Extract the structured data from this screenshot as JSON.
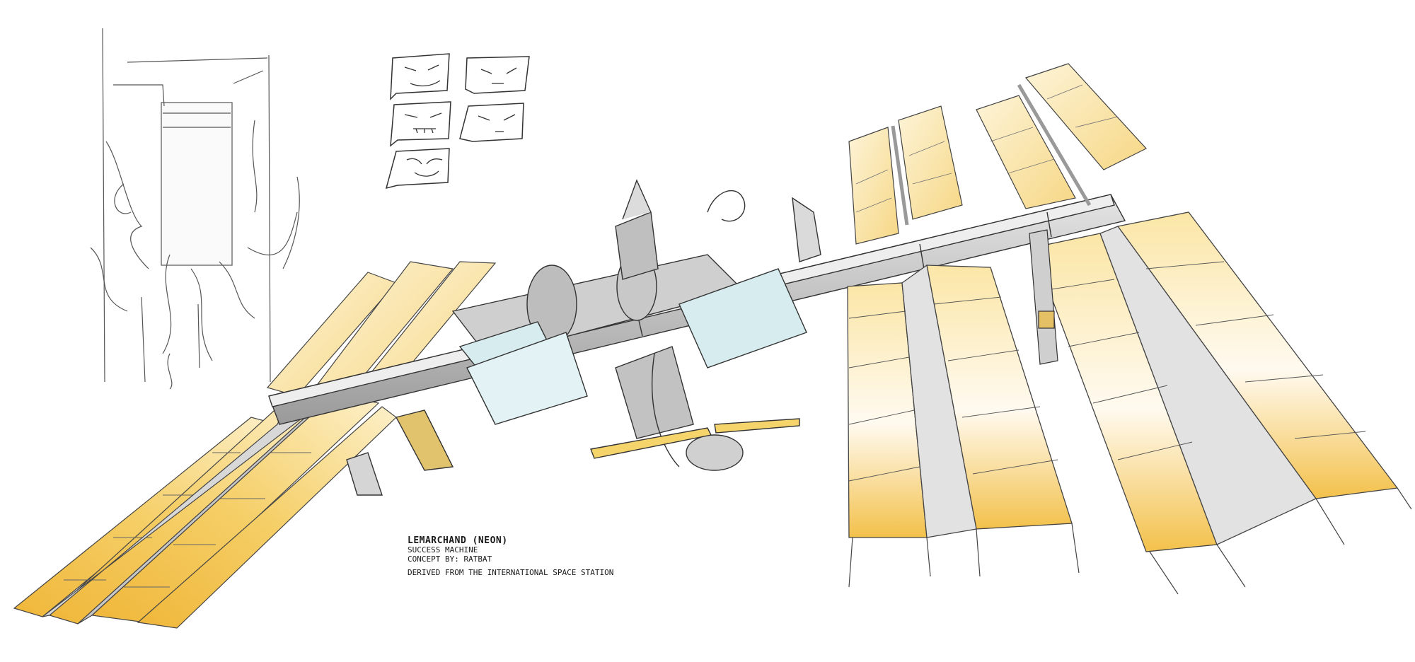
{
  "caption": {
    "title": "LEMARCHAND (NEON)",
    "subtitle": "SUCCESS MACHINE",
    "credit": "CONCEPT BY: RATBAT",
    "note": "DERIVED FROM THE INTERNATIONAL SPACE STATION"
  },
  "colors": {
    "panel_light": "#fdf1c8",
    "panel_mid": "#f7d77a",
    "panel_deep": "#f0b93a",
    "structure": "#c9c9c9",
    "structure_dark": "#8d8d8d",
    "glass": "#d7ecef",
    "ink": "#3a3a3a"
  },
  "icons": [
    "expression-sheet",
    "doorway-sketch",
    "space-station-illustration"
  ]
}
